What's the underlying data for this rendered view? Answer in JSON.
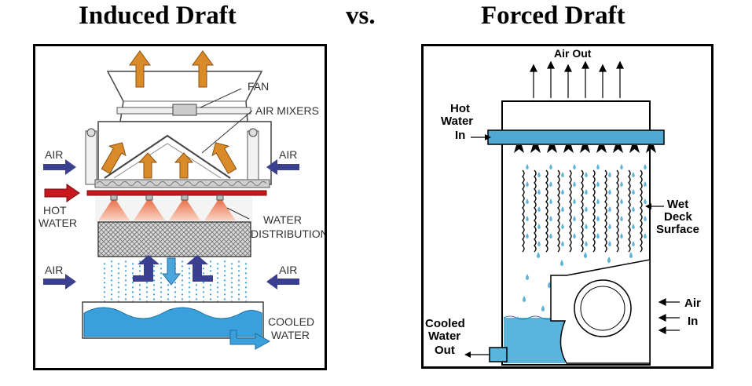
{
  "header": {
    "title_left": "Induced Draft",
    "title_vs": "vs.",
    "title_right": "Forced Draft"
  },
  "induced": {
    "labels": {
      "fan": "FAN",
      "air_mixers": "AIR MIXERS",
      "air_top_left": "AIR",
      "air_top_right": "AIR",
      "hot": "HOT",
      "water": "WATER",
      "water_dist_1": "WATER",
      "water_dist_2": "DISTRIBUTION",
      "air_bottom_left": "AIR",
      "air_bottom_right": "AIR",
      "cooled_1": "COOLED",
      "cooled_2": "WATER"
    },
    "colors": {
      "air_arrow": "#3a3f8f",
      "hot_water": "#c8171e",
      "exhaust": "#d98b2a",
      "water": "#3aa0dc"
    }
  },
  "forced": {
    "labels": {
      "air_out": "Air Out",
      "hot_1": "Hot",
      "hot_2": "Water",
      "hot_3": "In",
      "wet_1": "Wet",
      "wet_2": "Deck",
      "wet_3": "Surface",
      "air_in_1": "Air",
      "air_in_2": "In",
      "cooled_1": "Cooled",
      "cooled_2": "Water",
      "cooled_3": "Out"
    },
    "colors": {
      "pipe": "#4fa9d3",
      "drop": "#5ab4dc"
    }
  }
}
